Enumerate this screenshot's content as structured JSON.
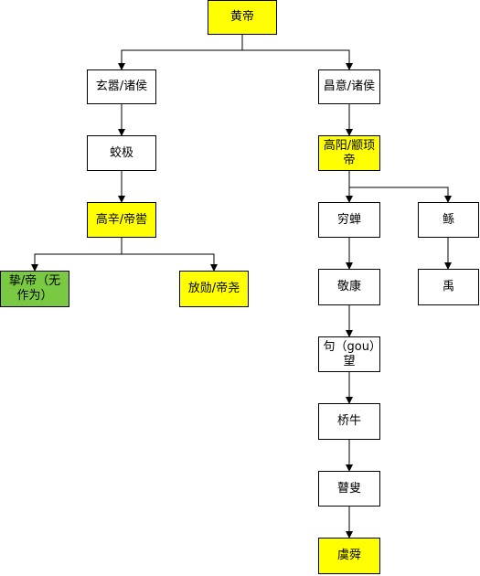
{
  "colors": {
    "highlight": "#ffff00",
    "green": "#7ac943",
    "plain": "#ffffff",
    "line": "#000000"
  },
  "nodes": {
    "huangdi": "黄帝",
    "xuanxiao": "玄嚣/诸侯",
    "changyi": "昌意/诸侯",
    "jiaoji": "蛟极",
    "gaoyang": "高阳/颛顼帝",
    "gaoxin": "高辛/帝喾",
    "qiongchan": "穷蝉",
    "gun": "鲧",
    "zhi": "挚/帝（无作为）",
    "fangxun": "放勋/帝尧",
    "jingkang": "敬康",
    "yu": "禹",
    "goumang": "句（gou）望",
    "qiaoniu": "桥牛",
    "gusou": "瞽叟",
    "yushun": "虞舜"
  }
}
